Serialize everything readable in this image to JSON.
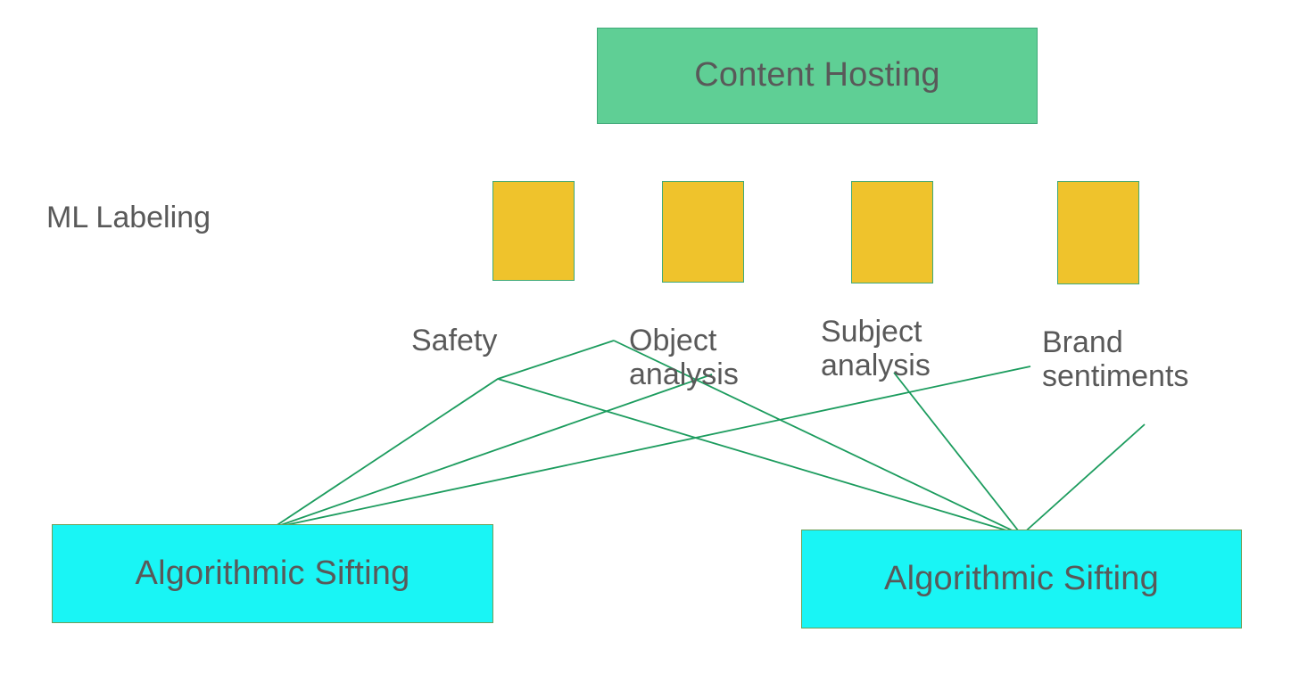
{
  "diagram": {
    "title_node": {
      "label": "Content Hosting",
      "fill": "#5FCF95",
      "stroke": "#3FA978"
    },
    "section_caption": "ML Labeling",
    "ml_boxes": [
      {
        "name": "ml-box-1",
        "fill": "#EFC32C",
        "stroke": "#3FA978"
      },
      {
        "name": "ml-box-2",
        "fill": "#EFC32C",
        "stroke": "#3FA978"
      },
      {
        "name": "ml-box-3",
        "fill": "#EFC32C",
        "stroke": "#3FA978"
      },
      {
        "name": "ml-box-4",
        "fill": "#EFC32C",
        "stroke": "#3FA978"
      }
    ],
    "edge_captions": [
      {
        "label": "Safety"
      },
      {
        "label": "Object analysis"
      },
      {
        "label": "Subject analysis"
      },
      {
        "label": "Brand sentiments"
      }
    ],
    "sift_nodes": [
      {
        "label": "Algorithmic Sifting",
        "fill": "#19F5F5",
        "stroke": "#6E9E56"
      },
      {
        "label": "Algorithmic Sifting",
        "fill": "#19F5F5",
        "stroke": "#6E9E56"
      }
    ],
    "connector_color": "#1C9C5E"
  }
}
